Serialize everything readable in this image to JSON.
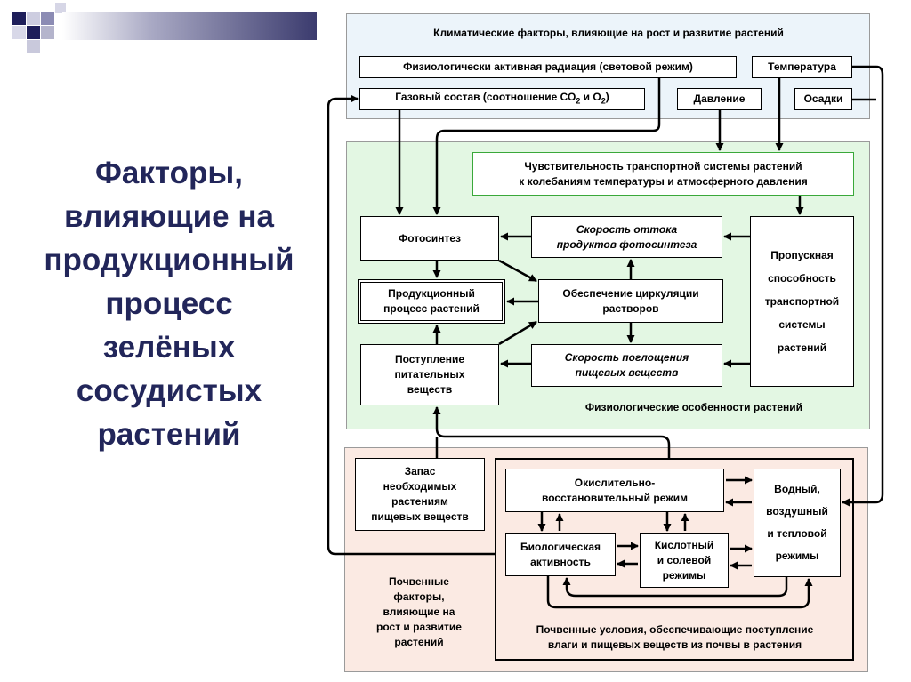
{
  "slide": {
    "title_lines": [
      "Факторы,",
      "влияющие на",
      "продукционный",
      "процесс",
      "зелёных",
      "сосудистых",
      "растений"
    ],
    "colors": {
      "title": "#22265a",
      "climate_bg": "#ecf4fa",
      "physio_bg": "#e3f7e3",
      "soil_bg": "#fbeae3",
      "green_border": "#3aa83a"
    }
  },
  "climate": {
    "title": "Климатические факторы, влияющие на рост и развитие растений",
    "radiation": "Физиологически активная радиация (световой режим)",
    "temperature": "Температура",
    "gas_prefix": "Газовый состав (соотношение СО",
    "gas_sub1": "2",
    "gas_mid": " и О",
    "gas_sub2": "2",
    "gas_suffix": ")",
    "pressure": "Давление",
    "precipitation": "Осадки"
  },
  "physio": {
    "sensitivity_line1": "Чувствительность транспортной системы растений",
    "sensitivity_line2": "к колебаниям температуры и атмосферного давления",
    "photosynthesis": "Фотосинтез",
    "outflow_line1": "Скорость оттока",
    "outflow_line2": "продуктов фотосинтеза",
    "production_line1": "Продукционный",
    "production_line2": "процесс растений",
    "circulation_line1": "Обеспечение циркуляции",
    "circulation_line2": "растворов",
    "capacity_lines": [
      "Пропускная",
      "способность",
      "транспортной",
      "системы",
      "растений"
    ],
    "nutrient_intake_line1": "Поступление",
    "nutrient_intake_line2": "питательных",
    "nutrient_intake_line3": "веществ",
    "absorption_line1": "Скорость поглощения",
    "absorption_line2": "пищевых веществ",
    "label": "Физиологические особенности растений"
  },
  "soil": {
    "reserve_lines": [
      "Запас",
      "необходимых",
      "растениям",
      "пищевых веществ"
    ],
    "redox_line1": "Окислительно-",
    "redox_line2": "восстановительный режим",
    "water_lines": [
      "Водный,",
      "воздушный",
      "и тепловой",
      "режимы"
    ],
    "bio_line1": "Биологическая",
    "bio_line2": "активность",
    "acid_line1": "Кислотный",
    "acid_line2": "и солевой",
    "acid_line3": "режимы",
    "factors_lines": [
      "Почвенные",
      "факторы,",
      "влияющие на",
      "рост и развитие",
      "растений"
    ],
    "conditions_line1": "Почвенные условия, обеспечивающие поступление",
    "conditions_line2": "влаги и пищевых веществ из почвы в растения"
  }
}
